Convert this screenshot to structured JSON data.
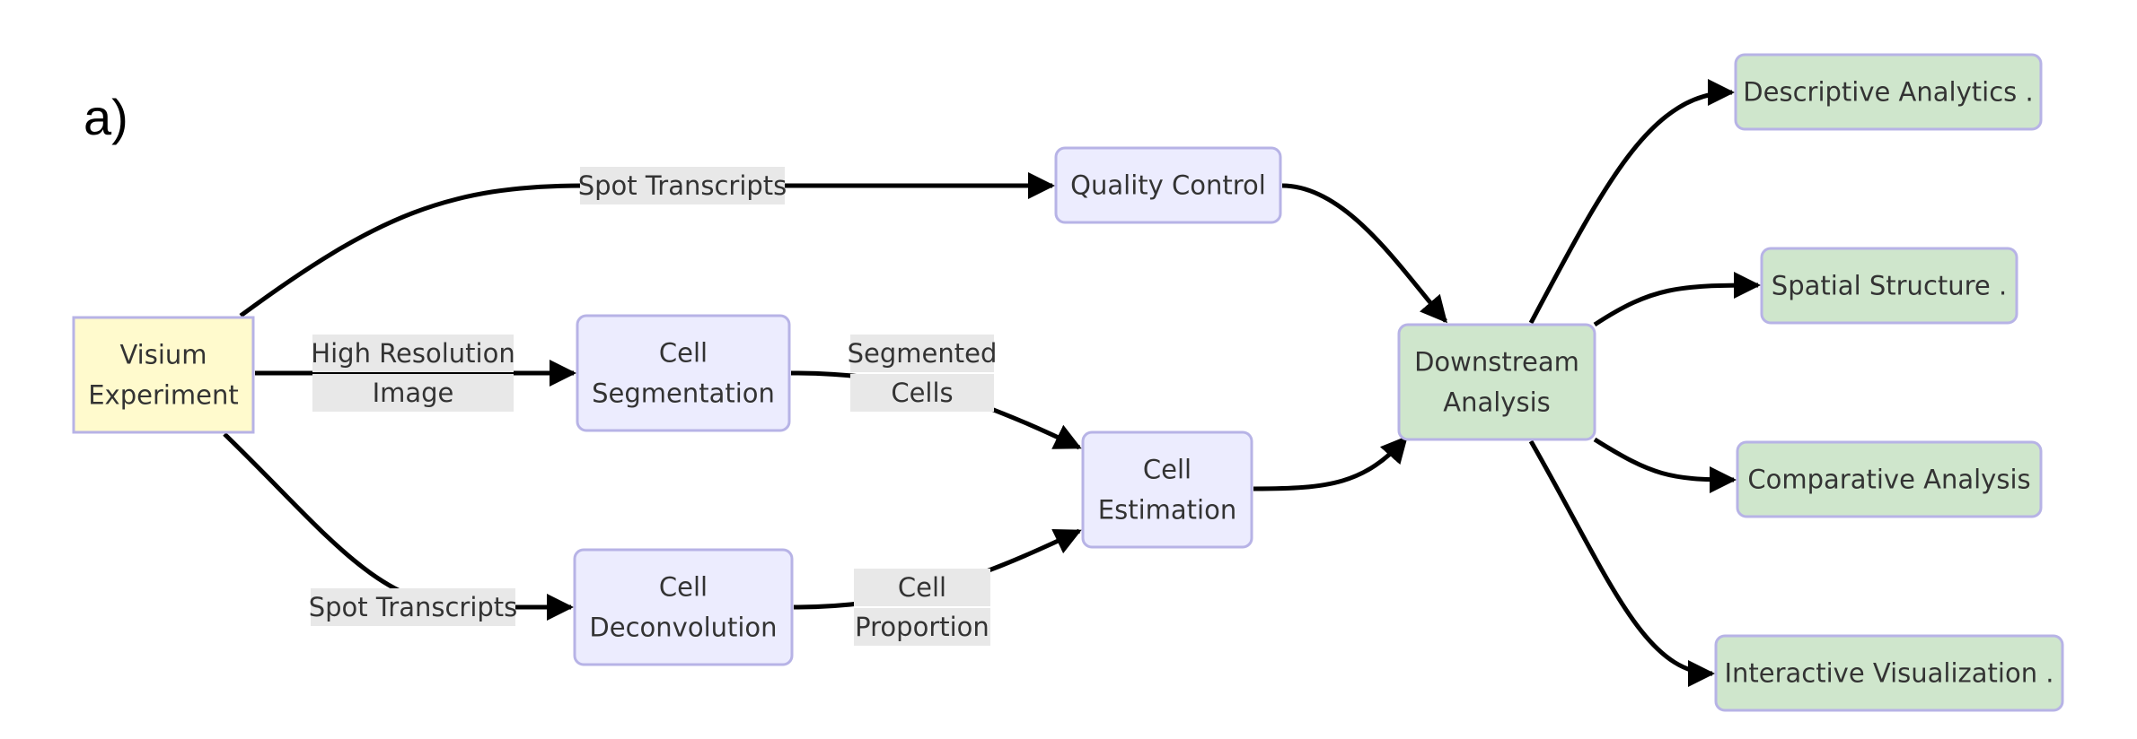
{
  "panel_label": "a)",
  "colors": {
    "start_fill": "#fffacd",
    "start_stroke": "#b7b3e6",
    "process_fill": "#ececfe",
    "process_stroke": "#b7b3e6",
    "outcome_fill": "#cfe6cc",
    "outcome_stroke": "#b7b3e6",
    "edge": "#000000",
    "edge_label_bg": "#e8e8e8"
  },
  "nodes": {
    "visium_experiment": [
      "Visium",
      "Experiment"
    ],
    "quality_control": [
      "Quality Control"
    ],
    "cell_segmentation": [
      "Cell",
      "Segmentation"
    ],
    "cell_deconvolution": [
      "Cell",
      "Deconvolution"
    ],
    "cell_estimation": [
      "Cell",
      "Estimation"
    ],
    "downstream_analysis": [
      "Downstream",
      "Analysis"
    ],
    "descriptive_analytics": [
      "Descriptive Analytics ."
    ],
    "spatial_structure": [
      "Spatial Structure ."
    ],
    "comparative_analysis": [
      "Comparative Analysis"
    ],
    "interactive_visualization": [
      "Interactive Visualization ."
    ]
  },
  "edge_labels": {
    "spot_transcripts_top": [
      "Spot Transcripts"
    ],
    "high_resolution_image": [
      "High Resolution",
      "Image"
    ],
    "spot_transcripts_bottom": [
      "Spot Transcripts"
    ],
    "segmented_cells": [
      "Segmented",
      "Cells"
    ],
    "cell_proportion": [
      "Cell",
      "Proportion"
    ]
  }
}
